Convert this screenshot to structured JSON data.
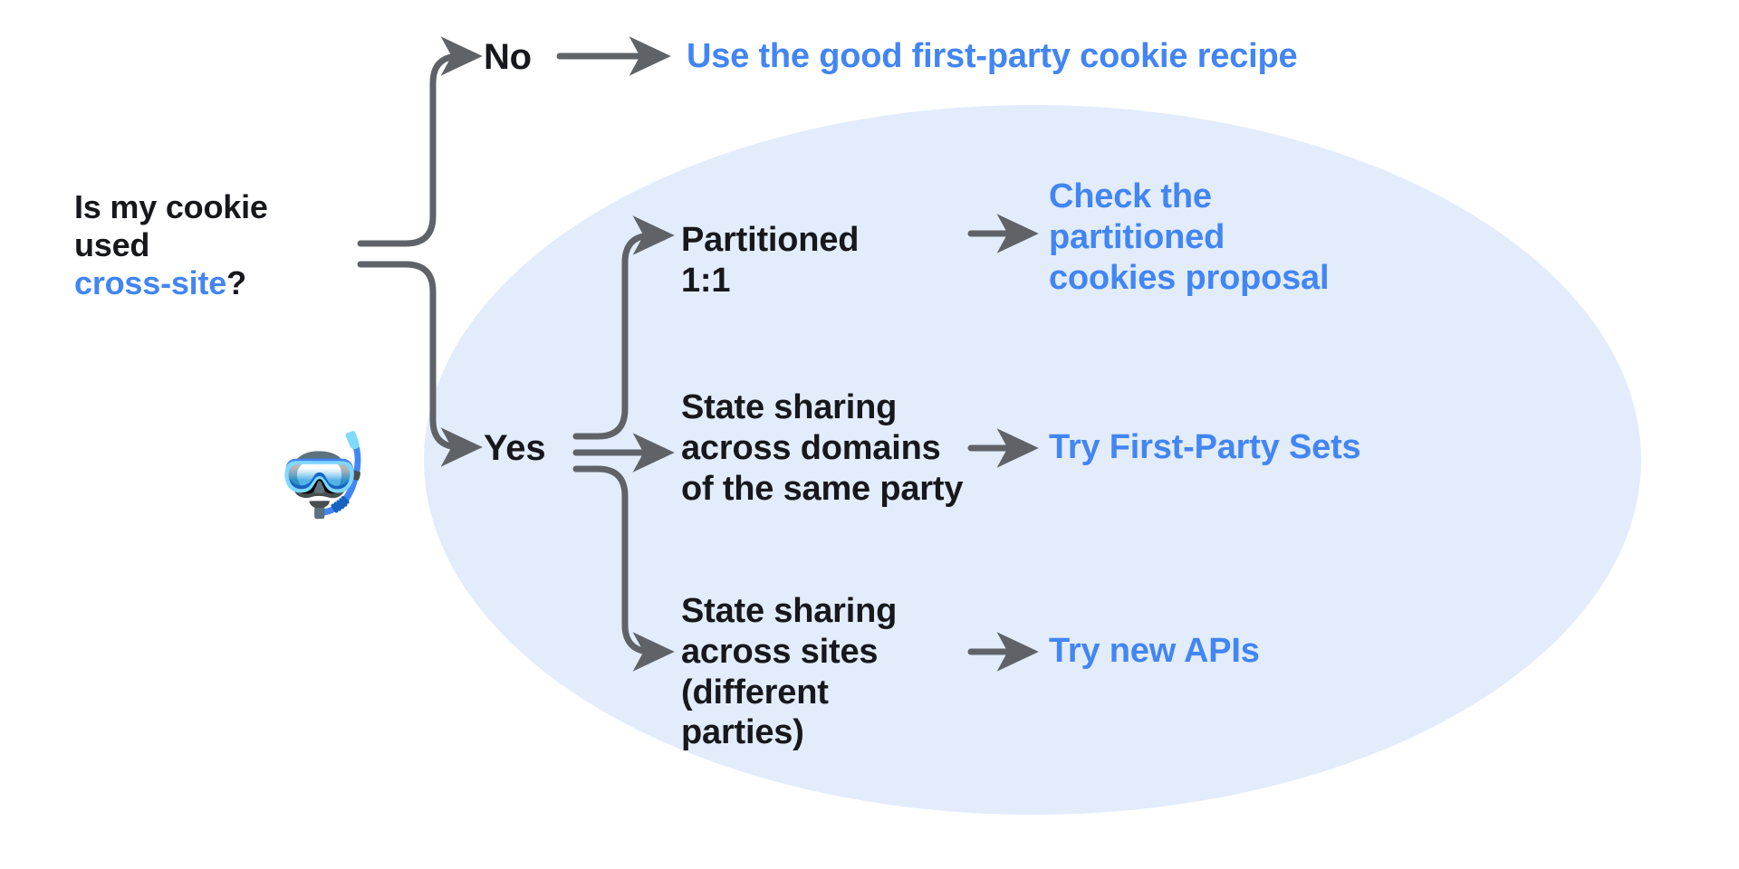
{
  "diagram": {
    "title": "Is my cookie used cross-site?",
    "background_color": "#ffffff",
    "highlight_ellipse_color": "#e3ecfb",
    "accent_color": "#4285f4",
    "text_color": "#16181c",
    "arrow_color": "#5f6368"
  },
  "root": {
    "line1": "Is my cookie",
    "line2": "used",
    "link_text": "cross-site",
    "suffix": "?"
  },
  "branches": {
    "no_label": "No",
    "yes_label": "Yes"
  },
  "outcomes": {
    "first_party_recipe": "Use the good first-party cookie recipe",
    "partitioned_case": "Partitioned\n1:1",
    "partitioned_proposal": "Check the\npartitioned\ncookies proposal",
    "state_across_domains": "State sharing\nacross domains\nof the same party",
    "first_party_sets": "Try First-Party Sets",
    "state_across_sites": "State sharing\nacross sites\n(different\nparties)",
    "new_apis": "Try new APIs"
  },
  "decoration": {
    "snorkel_emoji": "🤿"
  }
}
